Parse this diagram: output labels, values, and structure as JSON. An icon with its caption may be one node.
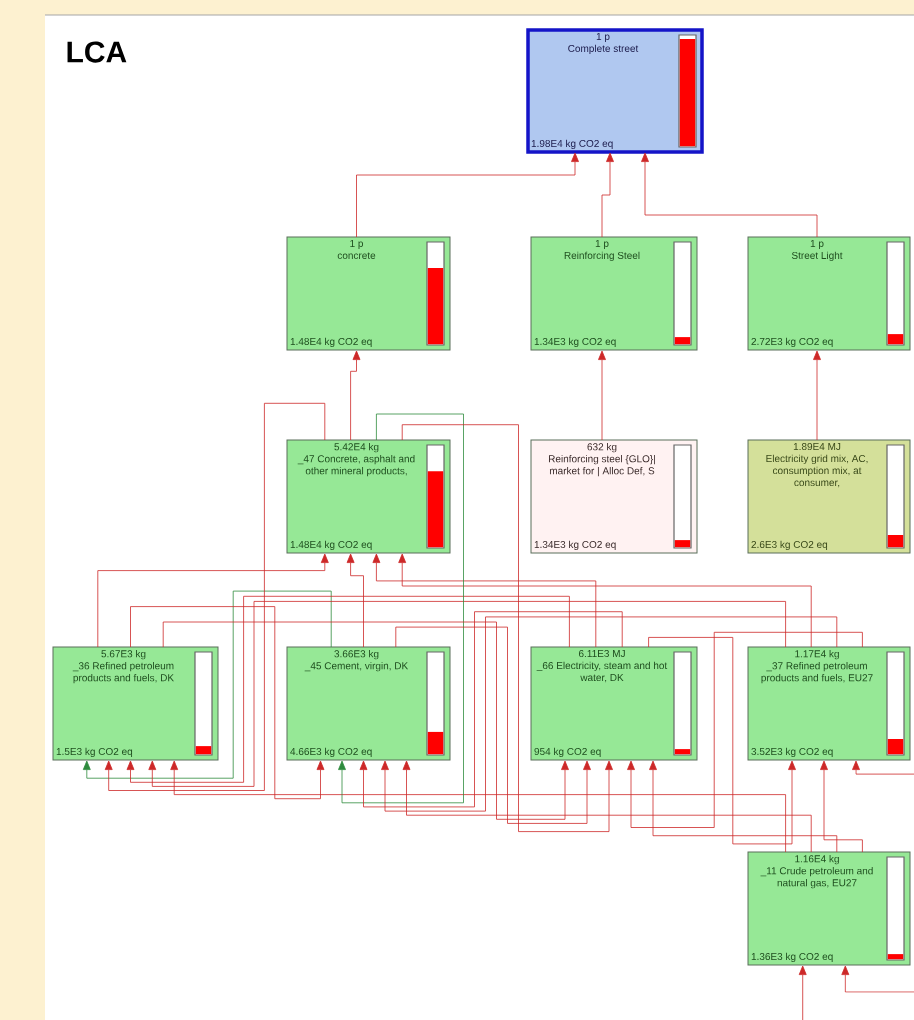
{
  "diagram": {
    "title": "LCA",
    "nodes": [
      {
        "text": [
          "1 p",
          "Complete street",
          "1.98E4 kg CO2 eq"
        ]
      },
      {
        "text": [
          "1 p",
          "concrete",
          "1.48E4 kg CO2 eq"
        ]
      },
      {
        "text": [
          "1 p",
          "Reinforcing Steel",
          "1.34E3 kg CO2 eq"
        ]
      },
      {
        "text": [
          "1 p",
          "Street Light",
          "2.72E3 kg CO2 eq"
        ]
      },
      {
        "text": [
          "5.42E4 kg",
          "_47 Concrete, asphalt and other mineral products,",
          "1.48E4 kg CO2 eq"
        ]
      },
      {
        "text": [
          "632 kg",
          "Reinforcing steel {GLO}| market for | Alloc Def, S",
          "1.34E3 kg CO2 eq"
        ]
      },
      {
        "text": [
          "1.89E4 MJ",
          "Electricity grid mix, AC, consumption mix, at consumer,",
          "2.6E3 kg CO2 eq"
        ]
      },
      {
        "text": [
          "5.67E3 kg",
          "_36 Refined petroleum products and fuels, DK",
          "1.5E3 kg CO2 eq"
        ]
      },
      {
        "text": [
          "3.66E3 kg",
          "_45 Cement, virgin, DK",
          "4.66E3 kg CO2 eq"
        ]
      },
      {
        "text": [
          "6.11E3 MJ",
          "_66 Electricity, steam and hot water, DK",
          "954 kg CO2 eq"
        ]
      },
      {
        "text": [
          "1.17E4 kg",
          "_37 Refined petroleum products and fuels, EU27",
          "3.52E3 kg CO2 eq"
        ]
      },
      {
        "text": [
          "1.16E4 kg",
          "_11 Crude petroleum and natural gas, EU27",
          "1.36E3 kg CO2 eq"
        ]
      }
    ],
    "edges": [
      {
        "from": 1,
        "to": 0,
        "arrow": "to"
      },
      {
        "from": 2,
        "to": 0,
        "arrow": "to"
      },
      {
        "from": 3,
        "to": 0,
        "arrow": "to"
      },
      {
        "from": 4,
        "to": 1,
        "arrow": "to"
      },
      {
        "from": 5,
        "to": 2,
        "arrow": "to"
      },
      {
        "from": 6,
        "to": 3,
        "arrow": "to"
      },
      {
        "from": 7,
        "to": 4,
        "arrow": "to"
      },
      {
        "from": 8,
        "to": 4,
        "arrow": "to"
      },
      {
        "from": 9,
        "to": 4,
        "arrow": "to"
      },
      {
        "from": 10,
        "to": 4,
        "arrow": "to"
      },
      {
        "from": 8,
        "to": 7,
        "arrow": "to",
        "color": "#2e8b3e"
      },
      {
        "from": 9,
        "to": 7,
        "arrow": "to"
      },
      {
        "from": 10,
        "to": 7,
        "arrow": "to"
      },
      {
        "from": 4,
        "to": 7,
        "arrow": "to"
      },
      {
        "from": 11,
        "to": 7,
        "arrow": "to"
      },
      {
        "from": 7,
        "to": 8,
        "arrow": "to"
      },
      {
        "from": 4,
        "to": 8,
        "arrow": "to",
        "color": "#2e8b3e"
      },
      {
        "from": 9,
        "to": 8,
        "arrow": "to"
      },
      {
        "from": 10,
        "to": 8,
        "arrow": "to"
      },
      {
        "from": 11,
        "to": 8,
        "arrow": "to"
      },
      {
        "from": 7,
        "to": 9,
        "arrow": "to"
      },
      {
        "from": 8,
        "to": 9,
        "arrow": "to"
      },
      {
        "from": 10,
        "to": 9,
        "arrow": "to"
      },
      {
        "from": 4,
        "to": 9,
        "arrow": "to"
      },
      {
        "from": 11,
        "to": 9,
        "arrow": "to"
      },
      {
        "from": 11,
        "to": 10,
        "arrow": "to"
      },
      {
        "from": 9,
        "to": 10,
        "arrow": "to"
      },
      {
        "from": null,
        "to": 10,
        "arrow": "to"
      },
      {
        "from": null,
        "to": 11,
        "arrow": "to"
      },
      {
        "from": null,
        "to": 11,
        "arrow": "to"
      }
    ]
  }
}
